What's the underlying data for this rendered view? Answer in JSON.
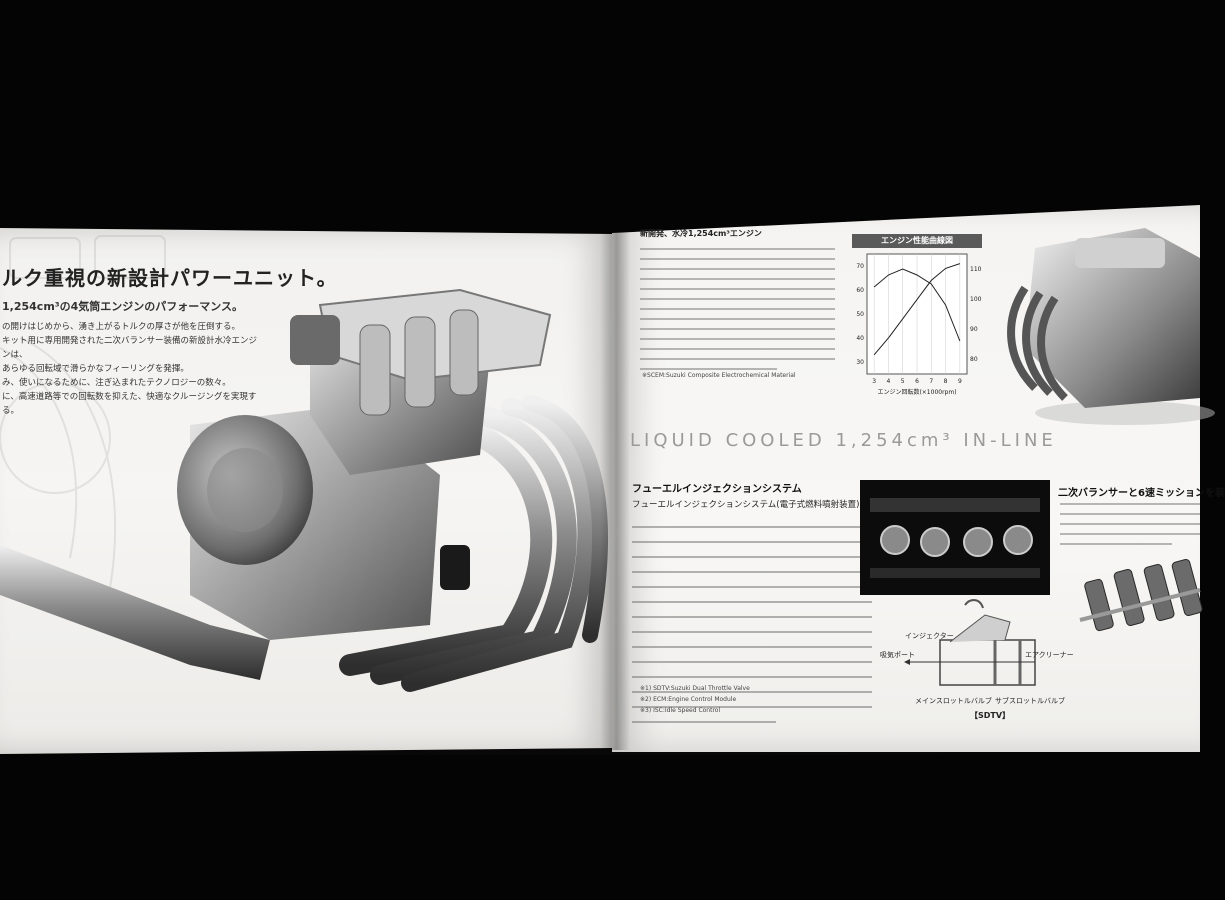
{
  "left_page": {
    "headline": "ルク重視の新設計パワーユニット。",
    "subhead": "1,254cm³の4気筒エンジンのパフォーマンス。",
    "body_text": [
      "の開けはじめから、湧き上がるトルクの厚さが他を圧倒する。",
      "キット用に専用開発された二次バランサー装備の新設計水冷エンジンは、",
      "あらゆる回転域で滑らかなフィーリングを発揮。",
      "み、使いになるために、注ぎ込まれたテクノロジーの数々。",
      "に、高速道路等での回転数を抑えた、快適なクルージングを実現する。"
    ]
  },
  "right_page": {
    "engine_section_title": "新開発、水冷1,254cm³エンジン",
    "engine_footnote": "※SCEM:Suzuki Composite Electrochemical Material",
    "chart": {
      "title": "エンジン性能曲線図",
      "x_axis_label": "エンジン回転数(×1000rpm)"
    },
    "banner": "LIQUID COOLED 1,254cm³ IN-LINE",
    "fi_section": {
      "title": "フューエルインジェクションシステム",
      "first_line": "フューエルインジェクションシステム(電子式燃料噴射装置)",
      "footnotes": [
        "※1) SDTV:Suzuki Dual Throttle Valve",
        "※2) ECM:Engine Control Module",
        "※3) ISC:Idle Speed Control"
      ]
    },
    "diagram": {
      "injector": "インジェクター",
      "intake_port": "吸気ポート",
      "air_cleaner": "エアクリーナー",
      "main_throttle": "メインスロットルバルブ",
      "sub_throttle": "サブスロットルバルブ",
      "caption": "【SDTV】"
    },
    "balancer_section_title": "二次バランサーと6速ミッションを装"
  },
  "chart_data": {
    "type": "line",
    "title": "エンジン性能曲線図",
    "xlabel": "エンジン回転数(×1000rpm)",
    "x_ticks": [
      3,
      4,
      5,
      6,
      7,
      8,
      9
    ],
    "y_left_ticks": [
      30,
      40,
      50,
      60,
      70
    ],
    "y_right_ticks": [
      80,
      90,
      100,
      110
    ],
    "xlim": [
      2.5,
      9.5
    ],
    "series": [
      {
        "x": [
          3,
          4,
          5,
          6,
          7,
          8,
          9
        ],
        "values": [
          104,
          108,
          110,
          108,
          105,
          98,
          86
        ]
      },
      {
        "x": [
          3,
          4,
          5,
          6,
          7,
          8,
          9
        ],
        "values": [
          33,
          40,
          48,
          56,
          64,
          69,
          71
        ]
      }
    ]
  }
}
